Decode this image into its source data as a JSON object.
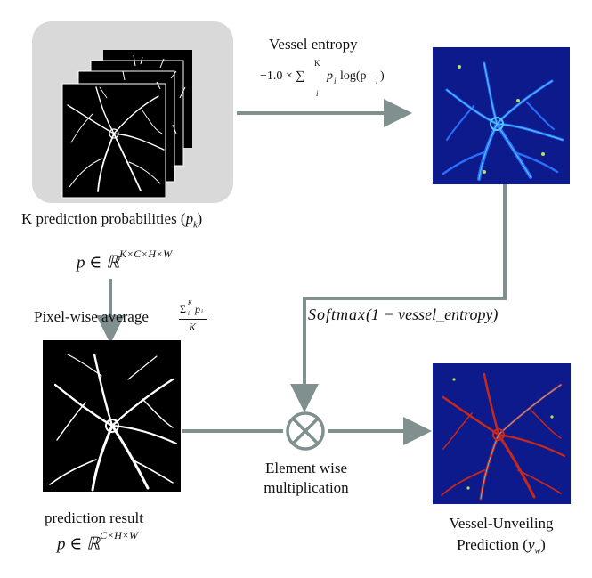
{
  "labels": {
    "vessel_entropy": "Vessel entropy",
    "entropy_formula_prefix": "−1.0 × ∑",
    "entropy_formula_upper": "K",
    "entropy_formula_lower": "i",
    "entropy_formula_body": "p",
    "entropy_formula_sub": "i",
    "entropy_formula_log": "log(p",
    "entropy_formula_log_sub": "i",
    "entropy_formula_close": ")",
    "k_probabilities_text": "K prediction probabilities (",
    "k_probabilities_var": "p",
    "k_probabilities_sub": "k",
    "k_probabilities_close": ")",
    "p_set_1_var": "p ∈ ℝ",
    "p_set_1_sup": "K×C×H×W",
    "pixel_avg_text": "Pixel-wise average",
    "pixel_avg_num": "Σ",
    "pixel_avg_num_sup": "K",
    "pixel_avg_num_sub": "i",
    "pixel_avg_num_var": "p",
    "pixel_avg_num_var_sub": "i",
    "pixel_avg_den": "K",
    "softmax_text": "Softmax",
    "softmax_args": "(1 − vessel_entropy)",
    "element_wise_1": "Element wise",
    "element_wise_2": "multiplication",
    "prediction_result": "prediction result",
    "p_set_2_var": "p ∈ ℝ",
    "p_set_2_sup": "C×H×W",
    "unveil_1": "Vessel-Unveiling",
    "unveil_2": "Prediction (",
    "unveil_var": "y",
    "unveil_sub": "w",
    "unveil_close": ")",
    "multiply_symbol": "⊗"
  },
  "colors": {
    "arrow": "#7f908f",
    "stack_bg": "#d9d9d9",
    "entropy_bg": "#0d1a8c",
    "vessel_white": "#ffffff",
    "vessel_red": "#c8281a",
    "vessel_cyan": "#55c8ff"
  }
}
